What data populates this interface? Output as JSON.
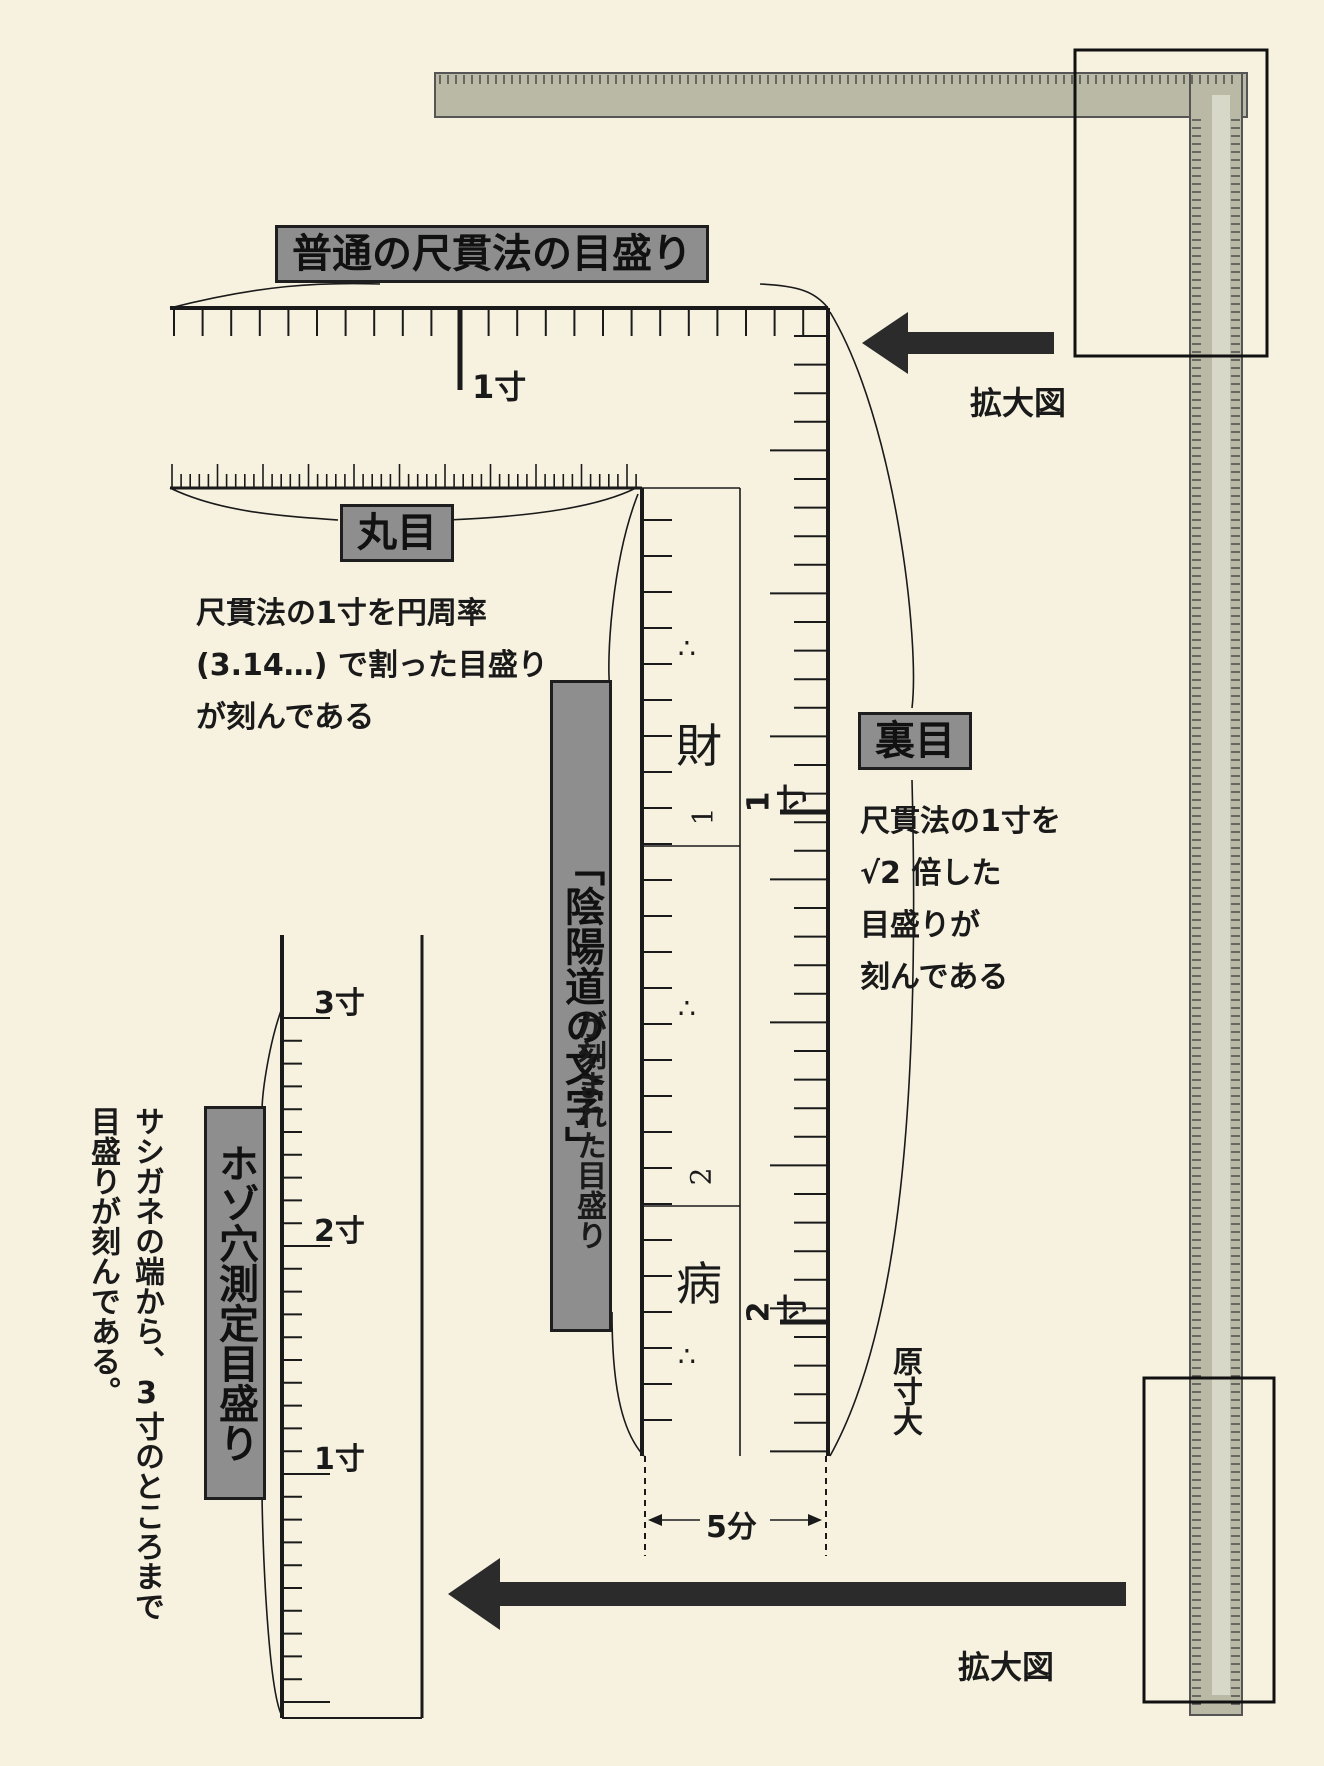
{
  "labels": {
    "standard_scale": "普通の尺貫法の目盛り",
    "one_sun_top": "1寸",
    "enlarge_top": "拡大図",
    "marume": "丸目",
    "marume_desc": [
      "尺貫法の1寸を円周率",
      "(3.14…) で割った目盛り",
      "が刻んである"
    ],
    "onmyodo": "「陰陽道の文字」",
    "onmyodo_tail": "が刻まれた目盛り",
    "char_zai": "財",
    "char_byo": "病",
    "char_dots": "∴",
    "num_1": "1",
    "num_2": "2",
    "sun_1": "1寸",
    "sun_2": "2寸",
    "urame": "裏目",
    "urame_desc": [
      "尺貫法の1寸を",
      "√2 倍した",
      "目盛りが",
      "刻んである"
    ],
    "gensun": "原寸大",
    "five_bu": "5分",
    "hozo": "ホゾ穴測定目盛り",
    "hozo_desc": [
      "サシガネの端から、3寸のところまで",
      "目盛りが刻んである。"
    ],
    "hozo_3": "3寸",
    "hozo_2": "2寸",
    "hozo_1": "1寸",
    "enlarge_bottom": "拡大図"
  },
  "colors": {
    "background": "#f7f2e0",
    "label_box": "#8e8e8e",
    "ruler_metal": "#b9b9a6",
    "arrow": "#2b2b2b"
  },
  "icons": {
    "arrow_top": "arrow-left-icon",
    "arrow_bottom": "arrow-left-icon"
  }
}
